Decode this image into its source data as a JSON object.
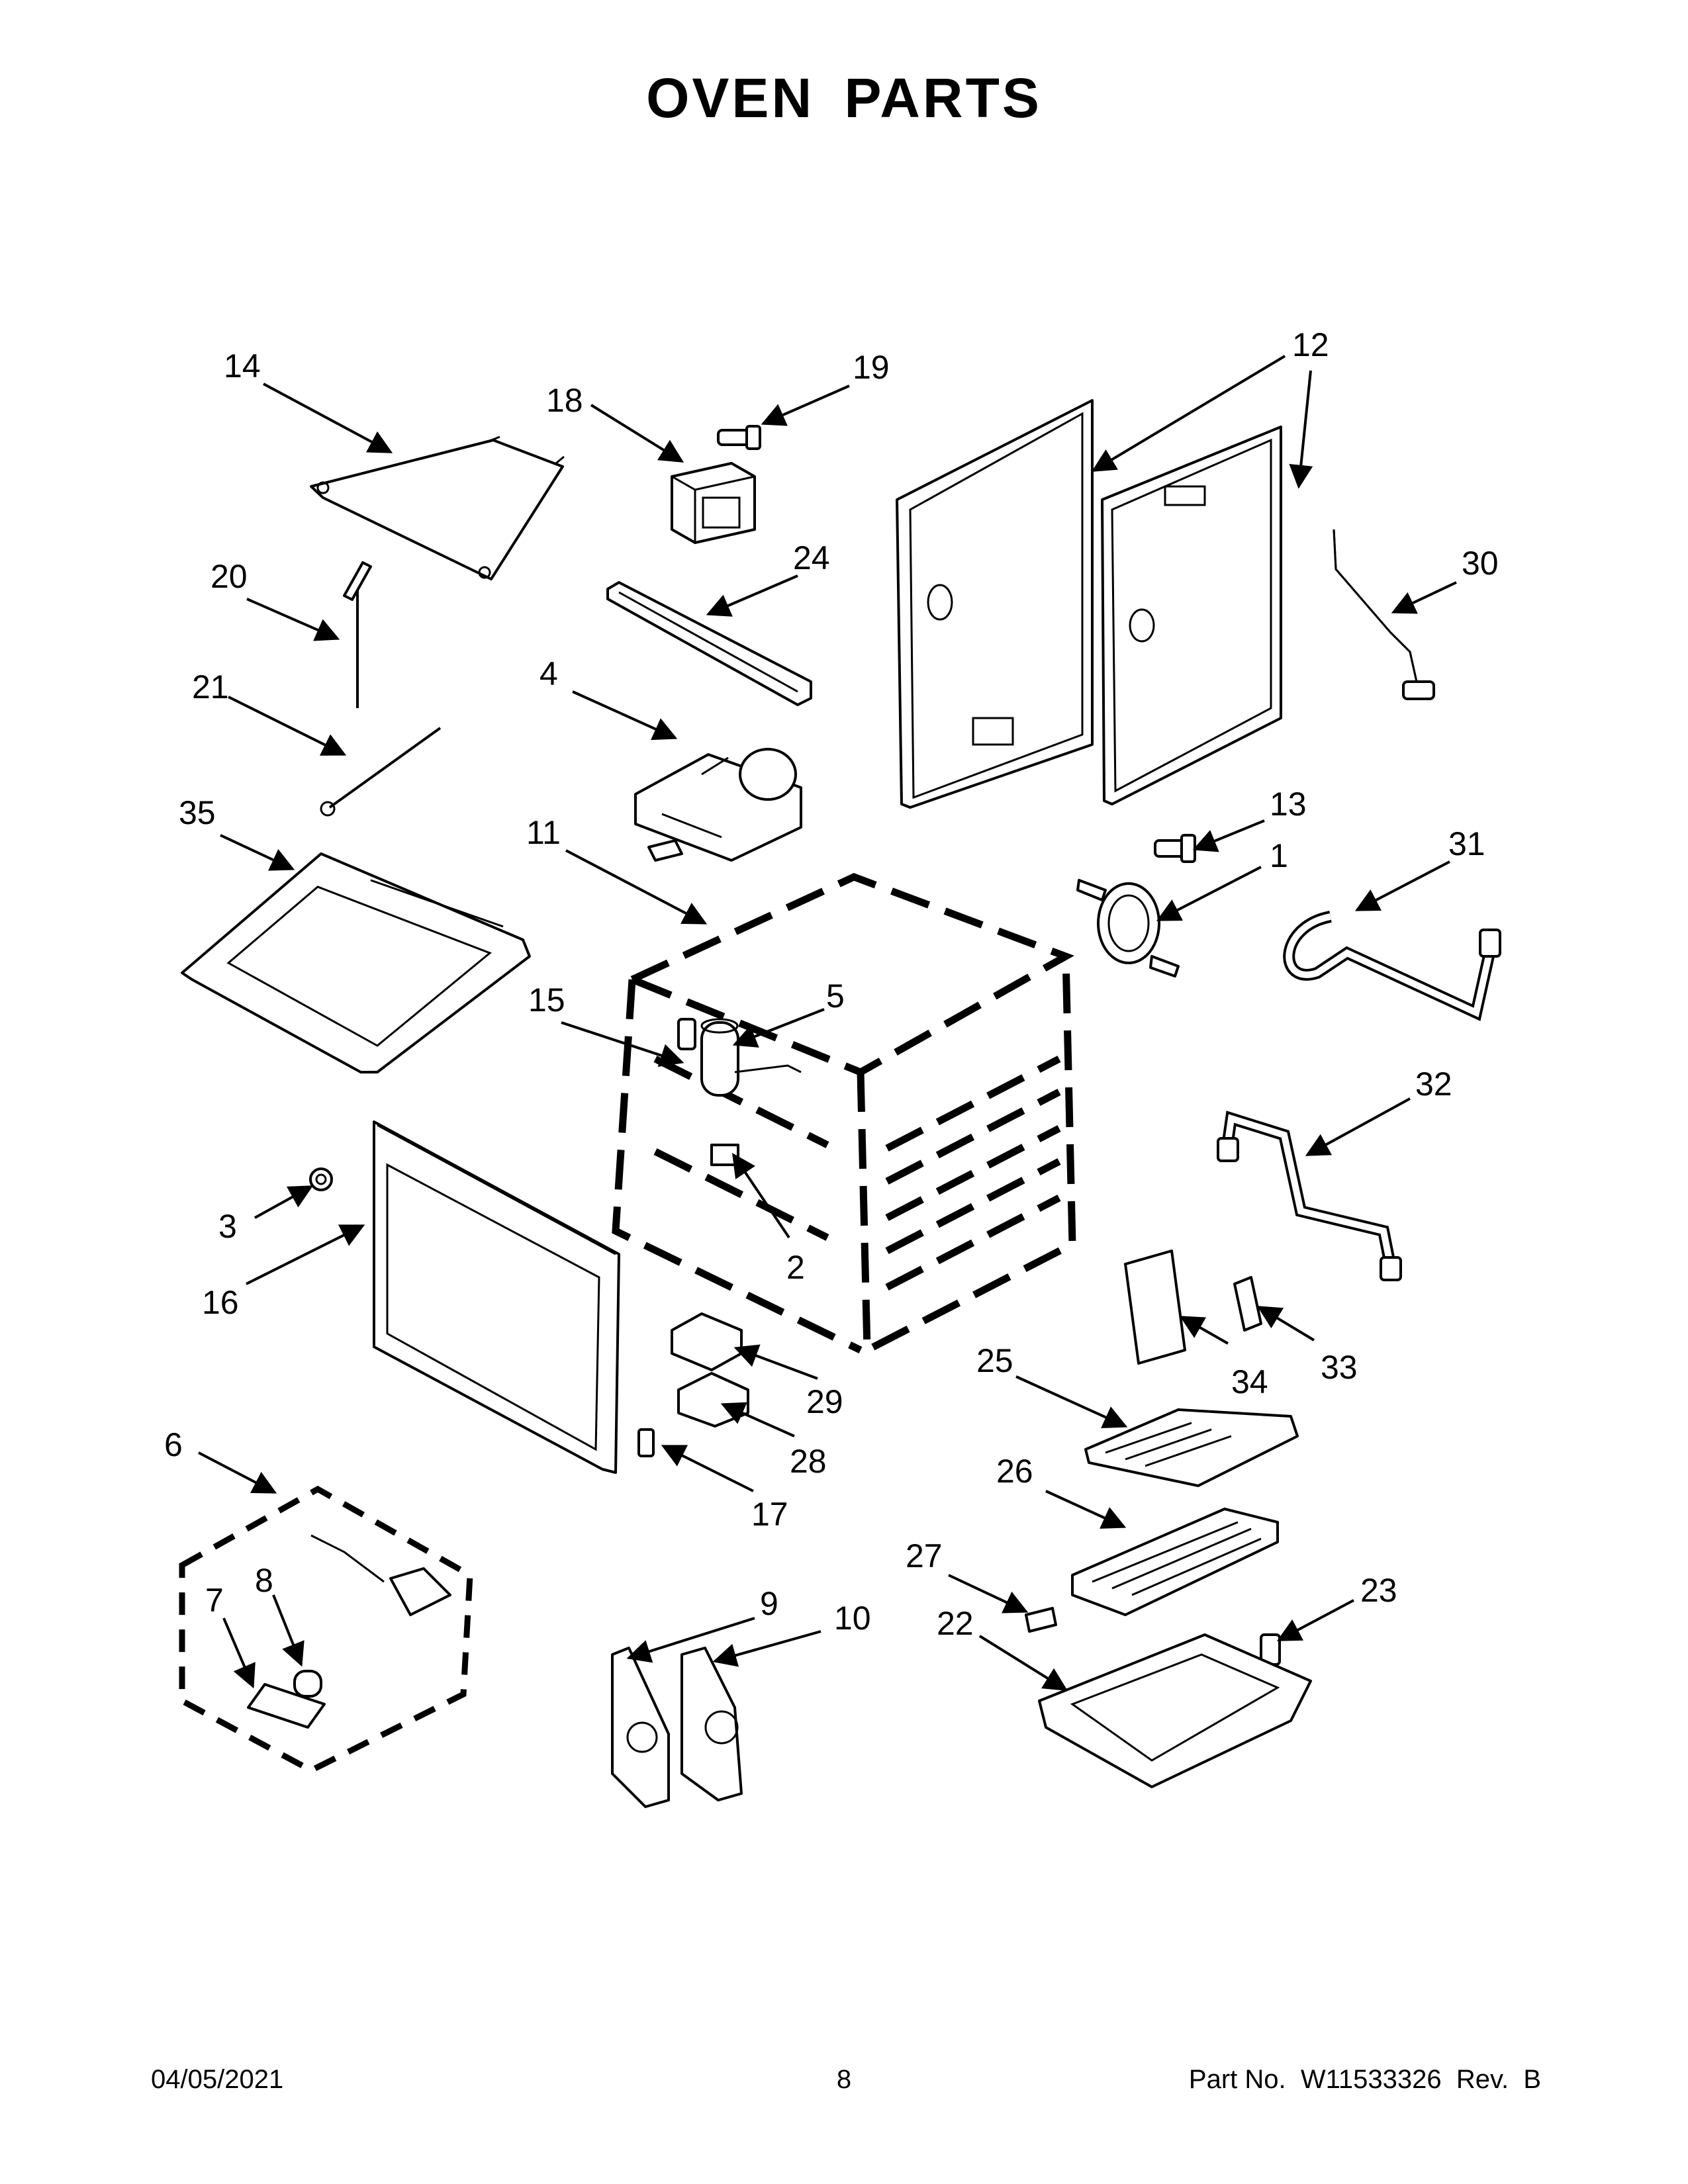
{
  "title": "OVEN PARTS",
  "callouts": [
    "1",
    "2",
    "3",
    "4",
    "5",
    "6",
    "7",
    "8",
    "9",
    "10",
    "11",
    "12",
    "13",
    "14",
    "15",
    "16",
    "17",
    "18",
    "19",
    "20",
    "21",
    "22",
    "23",
    "24",
    "25",
    "26",
    "27",
    "28",
    "29",
    "30",
    "31",
    "32",
    "33",
    "34",
    "35"
  ],
  "footer": {
    "date": "04/05/2021",
    "page": "8",
    "part_no": "Part No.  W11533326  Rev.  B"
  }
}
